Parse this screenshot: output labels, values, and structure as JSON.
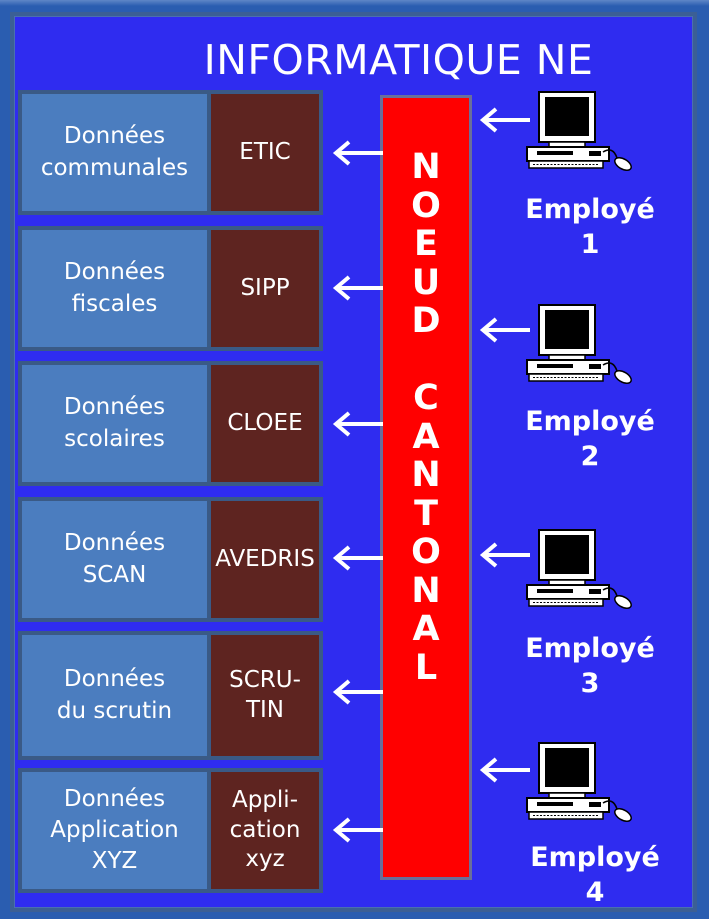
{
  "title": "INFORMATIQUE NE",
  "rows": [
    {
      "data": "Données\ncommunales",
      "app": "ETIC"
    },
    {
      "data": "Données\nfiscales",
      "app": "SIPP"
    },
    {
      "data": "Données\nscolaires",
      "app": "CLOEE"
    },
    {
      "data": "Données\nSCAN",
      "app": "AVEDRIS"
    },
    {
      "data": "Données\ndu scrutin",
      "app": "SCRU-\nTIN"
    },
    {
      "data": "Données\nApplication\nXYZ",
      "app": "Appli-\ncation\nxyz"
    }
  ],
  "node": {
    "letters": [
      "N",
      "O",
      "E",
      "U",
      "D",
      "",
      "C",
      "A",
      "N",
      "T",
      "O",
      "N",
      "A",
      "L"
    ]
  },
  "employees": [
    {
      "label": "Employé\n1"
    },
    {
      "label": "Employé\n2"
    },
    {
      "label": "Employé\n3"
    },
    {
      "label": "Employé\n4"
    }
  ],
  "colors": {
    "background": "#2a5db0",
    "panel": "#2f2cf0",
    "data_box": "#4b7dbf",
    "app_box": "#5e2420",
    "node": "#ff0000",
    "arrow": "#ffffff"
  },
  "icons": {
    "employee": "computer-icon",
    "arrow": "arrow-left-icon"
  }
}
